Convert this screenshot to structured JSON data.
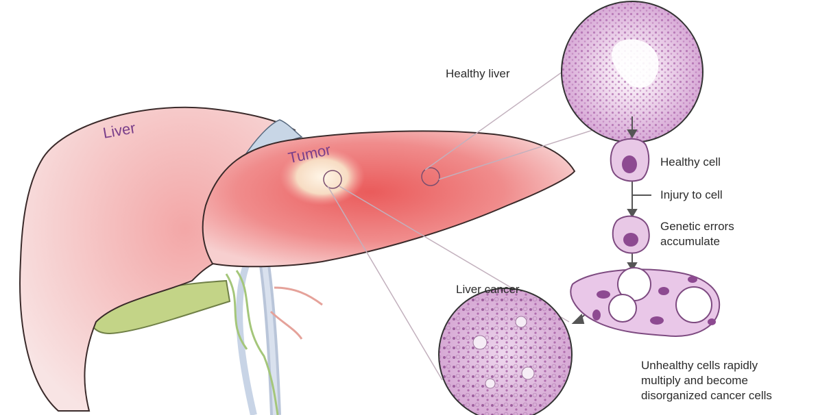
{
  "labels": {
    "liver": "Liver",
    "tumor": "Tumor",
    "healthy_liver": "Healthy liver",
    "healthy_cell": "Healthy cell",
    "injury_to_cell": "Injury to cell",
    "genetic_errors_line1": "Genetic errors",
    "genetic_errors_line2": "accumulate",
    "liver_cancer": "Liver cancer",
    "unhealthy_line1": "Unhealthy cells rapidly",
    "unhealthy_line2": "multiply and become",
    "unhealthy_line3": "disorganized cancer cells"
  },
  "colors": {
    "liver_base": "#f6d6d6",
    "liver_red": "#ef7f7f",
    "gallbladder": "#b9cf7a",
    "cell_purple": "#8d4a91",
    "tissue_pink": "#c98bc7",
    "label_purple": "#7a3f8a",
    "text": "#2b2b2b"
  }
}
